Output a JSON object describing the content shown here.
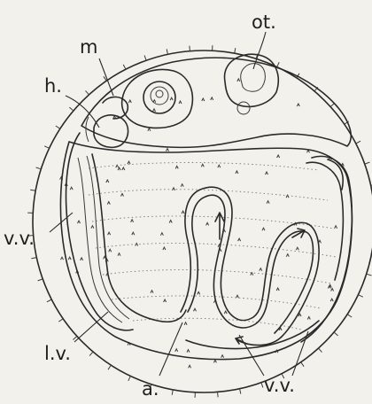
{
  "labels": {
    "ot": "ot.",
    "m": "m",
    "h": "h.",
    "vv_left": "v.v.",
    "lv": "l.v.",
    "a": "a.",
    "vv_bottom": "v.v."
  },
  "colors": {
    "paper": "#f3f1ec",
    "ink": "#2a2a2a"
  }
}
